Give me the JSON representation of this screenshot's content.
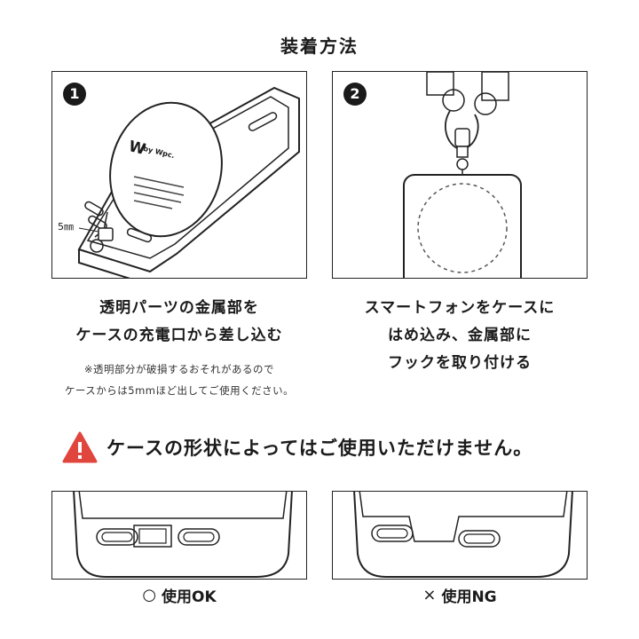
{
  "title": "装着方法",
  "step1": {
    "badge": "1",
    "label_5mm": "5㎜",
    "logo_text": "W",
    "logo_sub": "by Wpc.",
    "caption_line1": "透明パーツの金属部を",
    "caption_line2": "ケースの充電口から差し込む",
    "note_line1": "※透明部分が破損するおそれがあるので",
    "note_line2": "ケースからは5mmほど出してご使用ください。"
  },
  "step2": {
    "badge": "2",
    "caption_line1": "スマートフォンをケースに",
    "caption_line2": "はめ込み、金属部に",
    "caption_line3": "フックを取り付ける"
  },
  "warning": {
    "icon": "warning-triangle-icon",
    "text": "ケースの形状によってはご使用いただけません。",
    "color": "#e0463d"
  },
  "ok": {
    "mark": "○",
    "label": "使用OK"
  },
  "ng": {
    "mark": "×",
    "label": "使用NG"
  }
}
